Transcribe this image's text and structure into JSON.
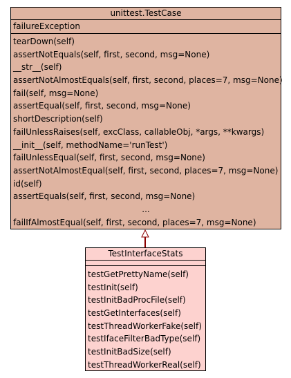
{
  "base_class": {
    "name": "unittest.TestCase",
    "attributes": [
      "failureException"
    ],
    "operations": [
      "tearDown(self)",
      "assertNotEquals(self, first, second, msg=None)",
      "__str__(self)",
      "assertNotAlmostEquals(self, first, second, places=7, msg=None)",
      "fail(self, msg=None)",
      "assertEqual(self, first, second, msg=None)",
      "shortDescription(self)",
      "failUnlessRaises(self, excClass, callableObj, *args, **kwargs)",
      "__init__(self, methodName='runTest')",
      "failUnlessEqual(self, first, second, msg=None)",
      "assertNotAlmostEqual(self, first, second, places=7, msg=None)",
      "id(self)",
      "assertEquals(self, first, second, msg=None)",
      "...",
      "failIfAlmostEqual(self, first, second, places=7, msg=None)"
    ],
    "fill": "#dfb4a1"
  },
  "derived_class": {
    "name": "TestInterfaceStats",
    "attributes": [],
    "operations": [
      "testGetPrettyName(self)",
      "testInit(self)",
      "testInitBadProcFile(self)",
      "testGetInterfaces(self)",
      "testThreadWorkerFake(self)",
      "testIfaceFilterBadType(self)",
      "testInitBadSize(self)",
      "testThreadWorkerReal(self)"
    ],
    "fill": "#fdd2cf"
  },
  "relation": {
    "type": "inheritance",
    "from": "TestInterfaceStats",
    "to": "unittest.TestCase",
    "color": "#8b0000"
  }
}
